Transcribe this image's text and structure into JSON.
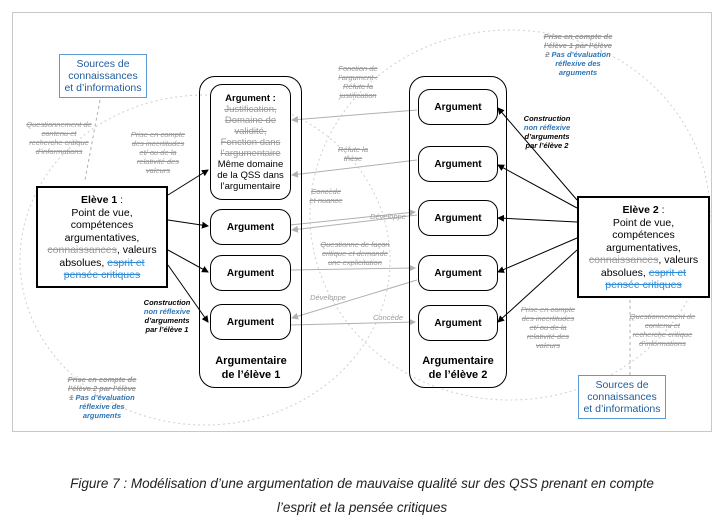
{
  "sources_left": {
    "line1": "Sources de",
    "line2": "connaissances",
    "line3": "et d’informations"
  },
  "sources_right": {
    "line1": "Sources de",
    "line2": "connaissances",
    "line3": "et d’informations"
  },
  "notes": {
    "q_left": [
      "Questionnement de",
      "contenu et",
      "recherche critique",
      "d’informations"
    ],
    "prise_left": [
      "Prise en compte",
      "des incertitudes",
      "et/ ou de la",
      "relativité des",
      "valeurs"
    ],
    "fonction": [
      "Fonction de",
      "l’argument :",
      "Réfute la",
      "justification"
    ],
    "refute": [
      "Réfute la",
      "thèse"
    ],
    "concede": [
      "Concède",
      "et nuance"
    ],
    "developpe1": "Développe",
    "questionne": [
      "Questionne de façon",
      "critique et demande",
      "une explicitation"
    ],
    "developpe2": "Développe",
    "concede2": "Concède",
    "prise_right": [
      "Prise en compte",
      "des incertitudes",
      "et/ ou de la",
      "relativité des",
      "valeurs"
    ],
    "q_right": [
      "Questionnement de",
      "contenu et",
      "recherche critique",
      "d’informations"
    ],
    "top_right_strike": [
      "Prise en compte de",
      "l’élève 1 par l’élève"
    ],
    "top_right_num": "2",
    "top_right_blue": [
      "Pas d’évaluation",
      "réflexive des",
      "arguments"
    ],
    "bottom_left_strike": [
      "Prise en compte de",
      "l’élève 2 par l’élève"
    ],
    "bottom_left_num": "1",
    "bottom_left_blue": [
      "Pas d’évaluation",
      "réflexive des",
      "arguments"
    ]
  },
  "eleve1": {
    "title": "Elève 1",
    "colon": " :",
    "l1": "Point de vue,",
    "l2": "compétences",
    "l3": "argumentatives,",
    "l4a": "connaissances",
    "l4b": ", valeurs",
    "l5a": "absolues, ",
    "l5b": "esprit et",
    "l6": "pensée critiques"
  },
  "eleve2": {
    "title": "Elève 2",
    "colon": " :",
    "l1": "Point de vue,",
    "l2": "compétences",
    "l3": "argumentatives,",
    "l4a": "connaissances",
    "l4b": ", valeurs",
    "l5a": "absolues, ",
    "l5b": "esprit et",
    "l6": "pensée critiques"
  },
  "first_arg": {
    "title": "Argument :",
    "s1": "Justification,",
    "s2": "Domaine de",
    "s3": "validité,",
    "s4": "Fonction dans",
    "s5": "l’argumentaire",
    "m1": "Même domaine",
    "m2": "de la QSS dans",
    "m3": "l’argumentaire"
  },
  "arg_label": "Argument",
  "constr1": {
    "l1": "Construction",
    "l2": "non réflexive",
    "l3": "d’arguments",
    "l4": "par l’élève 1"
  },
  "constr2": {
    "l1": "Construction",
    "l2": "non réflexive",
    "l3": "d’arguments",
    "l4": "par l’élève 2"
  },
  "label1": {
    "l1": "Argumentaire",
    "l2": "de l’élève 1"
  },
  "label2": {
    "l1": "Argumentaire",
    "l2": "de l’élève 2"
  },
  "caption": {
    "l1": "Figure 7 : Modélisation d’une argumentation de mauvaise qualité sur des QSS prenant en compte",
    "l2": "l’esprit et la pensée critiques"
  }
}
